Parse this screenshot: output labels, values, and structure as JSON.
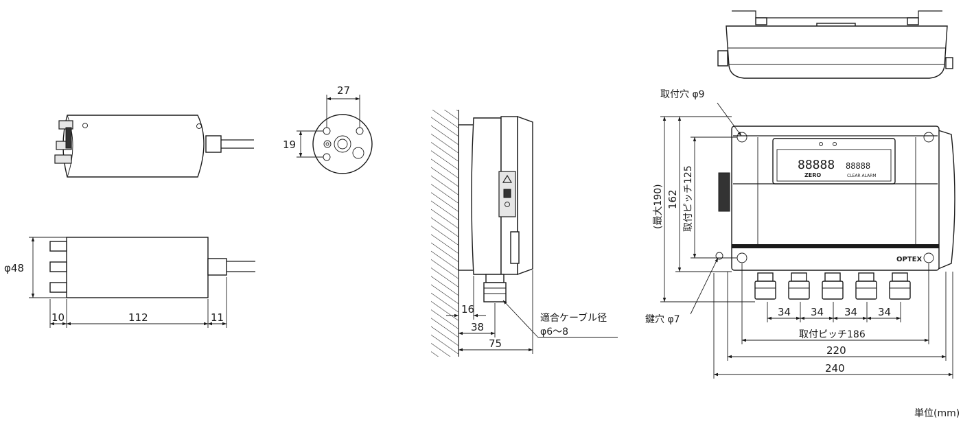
{
  "sensor": {
    "dim_diameter": "φ48",
    "dim_length_left": "10",
    "dim_length_body": "112",
    "dim_length_right": "11"
  },
  "sensor_end": {
    "dim_width": "27",
    "dim_height": "19"
  },
  "side_view": {
    "dim_16": "16",
    "dim_38": "38",
    "dim_75": "75",
    "cable_label_line1": "適合ケーブル径",
    "cable_label_line2": "φ6～8"
  },
  "front_view": {
    "mount_hole_label": "取付穴 φ9",
    "key_hole_label": "鍵穴 φ7",
    "dim_max190": "(最大190)",
    "dim_162": "162",
    "dim_pitch125": "取付ピッチ125",
    "dim_pitch34": [
      "34",
      "34",
      "34",
      "34"
    ],
    "dim_pitch186": "取付ピッチ186",
    "dim_220": "220",
    "dim_240": "240",
    "lcd_left": "88888",
    "lcd_right": "88888",
    "lcd_zero": "ZERO",
    "lcd_clear": "CLEAR ALARM",
    "brand_logo": "OPTEX"
  },
  "unit_label": "単位(mm)"
}
